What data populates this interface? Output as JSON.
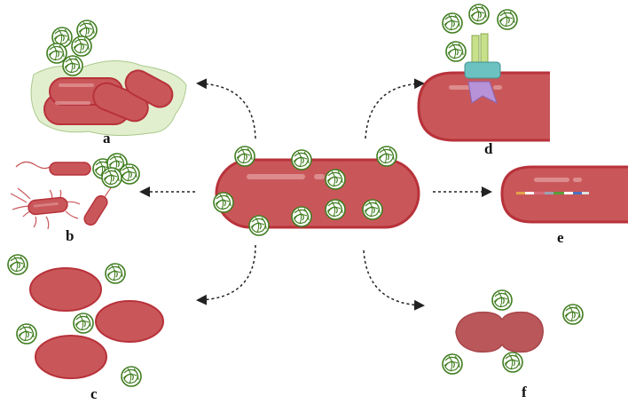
{
  "diagram": {
    "panels": [
      {
        "id": "a",
        "label": "a"
      },
      {
        "id": "b",
        "label": "b"
      },
      {
        "id": "c",
        "label": "c"
      },
      {
        "id": "d",
        "label": "d"
      },
      {
        "id": "e",
        "label": "e"
      },
      {
        "id": "f",
        "label": "f"
      }
    ],
    "colors": {
      "cell_fill": "#c9575a",
      "cell_stroke": "#b8323a",
      "cell_highlight": "#e29a9a",
      "particle": "#3f7d1f",
      "biofilm": "#e2efcf",
      "arrow": "#222222"
    },
    "icons": [
      "bacterium-icon",
      "nanoparticle-icon",
      "membrane-channel-icon",
      "dna-strand-icon"
    ]
  }
}
